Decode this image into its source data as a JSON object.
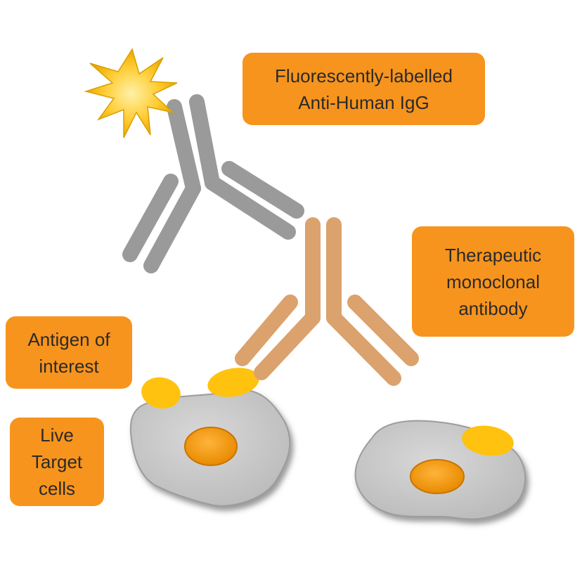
{
  "labels": {
    "secondary_antibody": [
      "Fluorescently-labelled",
      "Anti-Human IgG"
    ],
    "therapeutic_antibody": [
      "Therapeutic",
      "monoclonal",
      "antibody"
    ],
    "antigen": [
      "Antigen of",
      "interest"
    ],
    "cells": [
      "Live",
      "Target",
      "cells"
    ]
  },
  "colors": {
    "label_fill": "#f7941d",
    "secondary_antibody": "#9a9a9a",
    "therapeutic_antibody": "#dba26d",
    "antigen": "#ffc20e",
    "nucleus": "#f39c12",
    "cell_body": "#c8c8c8",
    "fluorophore": "#ffc72c"
  }
}
